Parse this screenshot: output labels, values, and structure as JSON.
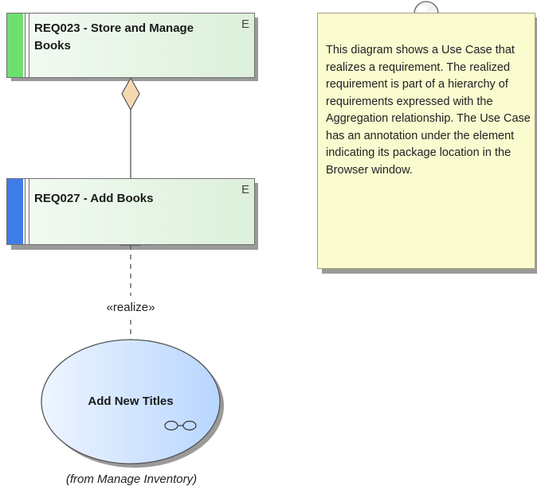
{
  "requirements": [
    {
      "label": "REQ023 - Store and Manage Books",
      "band_color": "#6ee06e",
      "badge": "E"
    },
    {
      "label": "REQ027 - Add Books",
      "band_color": "#3f7de6",
      "badge": "E"
    }
  ],
  "connectors": {
    "aggregation": "aggregation",
    "realize_label": "«realize»"
  },
  "use_case": {
    "label": "Add New Titles",
    "package_note": "(from Manage Inventory)"
  },
  "note": {
    "text": "This diagram shows a Use Case that realizes a requirement. The realized requirement is part of a hierarchy of requirements expressed with the Aggregation relationship. The Use Case has an annotation under the element indicating its package location in the Browser window."
  },
  "colors": {
    "req_fill": "#dcf0da",
    "note_fill": "#fbfbd0",
    "use_case_fill": "#c8e0ff",
    "arrow_fill": "#f6d9b0"
  }
}
